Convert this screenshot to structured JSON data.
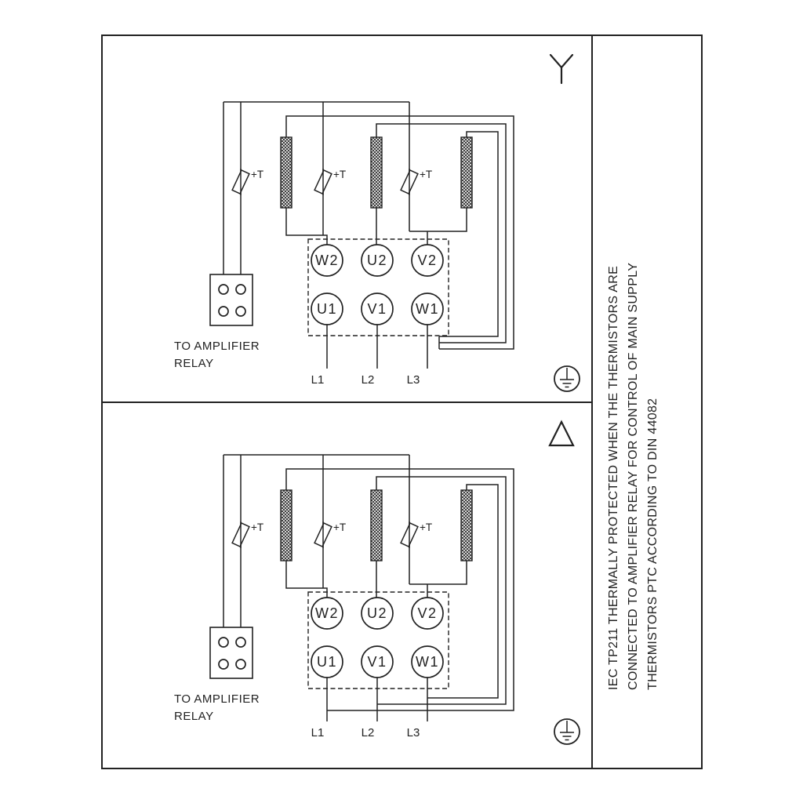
{
  "document": {
    "type": "motor-wiring-diagram",
    "background": "#ffffff",
    "line_color": "#222222"
  },
  "side_note": {
    "lines": [
      "IEC TP211 THERMALLY PROTECTED WHEN THE THERMISTORS ARE",
      "CONNECTED TO AMPLIFIER RELAY FOR CONTROL OF MAIN SUPPLY",
      "THERMISTORS PTC ACCORDING TO DIN 44082"
    ]
  },
  "panels": {
    "star": {
      "connection_symbol": "star",
      "thermistor_label": "+T",
      "terminals_top": [
        "W2",
        "U2",
        "V2"
      ],
      "terminals_bottom": [
        "U1",
        "V1",
        "W1"
      ],
      "supply_labels": [
        "L1",
        "L2",
        "L3"
      ],
      "relay_caption_line1": "TO AMPLIFIER",
      "relay_caption_line2": "RELAY"
    },
    "delta": {
      "connection_symbol": "delta",
      "thermistor_label": "+T",
      "terminals_top": [
        "W2",
        "U2",
        "V2"
      ],
      "terminals_bottom": [
        "U1",
        "V1",
        "W1"
      ],
      "supply_labels": [
        "L1",
        "L2",
        "L3"
      ],
      "relay_caption_line1": "TO AMPLIFIER",
      "relay_caption_line2": "RELAY"
    }
  }
}
